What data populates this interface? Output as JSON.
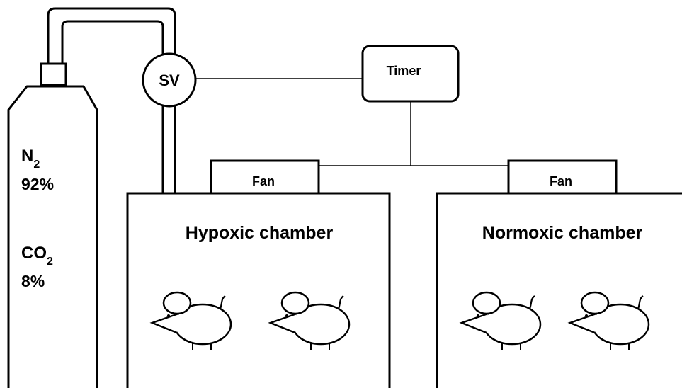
{
  "cylinder": {
    "gas1_symbol": "N",
    "gas1_subscript": "2",
    "gas1_percent": "92%",
    "gas2_symbol": "CO",
    "gas2_subscript": "2",
    "gas2_percent": "8%"
  },
  "valve": {
    "label": "SV"
  },
  "timer": {
    "label": "Timer"
  },
  "fans": [
    {
      "label": "Fan"
    },
    {
      "label": "Fan"
    }
  ],
  "chambers": [
    {
      "label": "Hypoxic chamber",
      "mice": 2
    },
    {
      "label": "Normoxic chamber",
      "mice": 2
    }
  ],
  "colors": {
    "stroke": "#000000",
    "background": "#ffffff"
  },
  "icons": {
    "animal": "mouse-icon"
  }
}
